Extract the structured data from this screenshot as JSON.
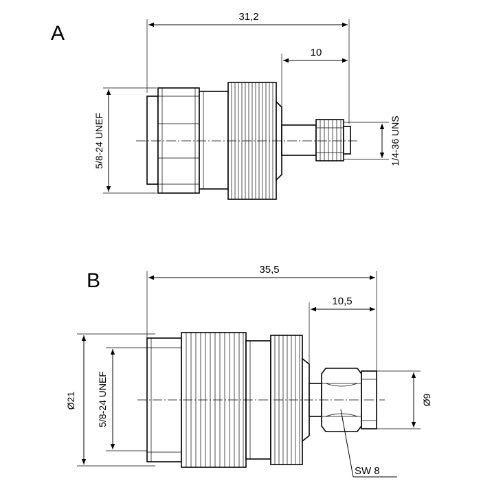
{
  "drawing_a": {
    "label": "A",
    "overall_length": "31,2",
    "pin_length": "10",
    "thread_left": "5/8-24 UNEF",
    "thread_right": "1/4-36 UNS"
  },
  "drawing_b": {
    "label": "B",
    "overall_length": "35,5",
    "pin_length": "10,5",
    "outer_diameter": "Ø21",
    "thread_left": "5/8-24 UNEF",
    "right_diameter": "Ø9",
    "wrench_size": "SW 8"
  }
}
